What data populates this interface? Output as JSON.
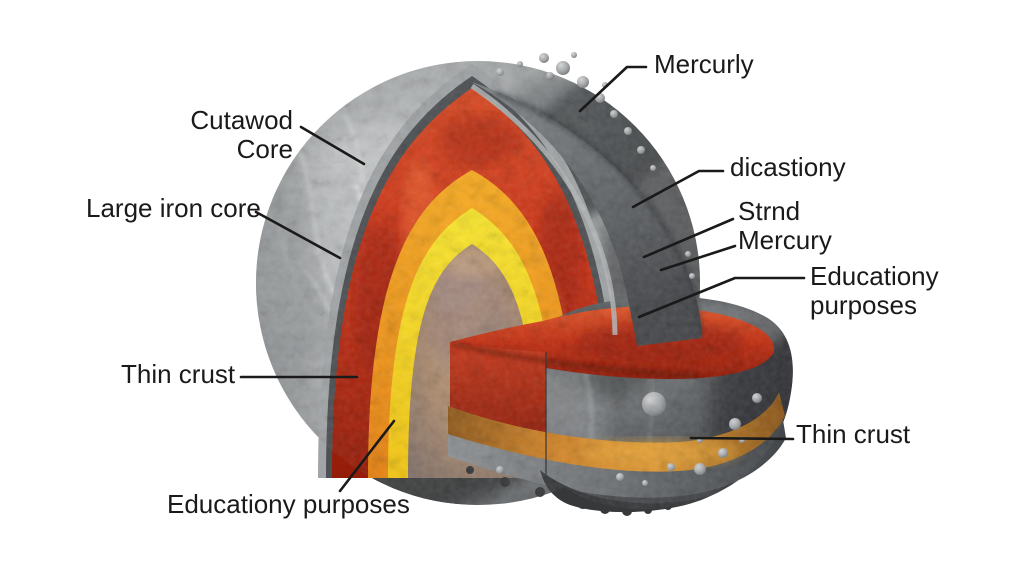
{
  "figure": {
    "type": "planet-interior-cutaway-diagram",
    "subject": "Mercury interior cross-section (AI-generated, garbled labels)",
    "background_color": "#ffffff",
    "text_color": "#1a1a1a",
    "leader_line_color": "#1a1a1a",
    "labels": {
      "mercurly": "Mercurly",
      "cutawod_core": "Cutawod\nCore",
      "large_iron_core": "Large iron core",
      "thin_crust_left": "Thin crust",
      "educationy_purposes_left": "Educationy purposes",
      "dicastiony": "dicastiony",
      "strnd_mercury": "Strnd\nMercury",
      "educationy_purposes_right": "Educationy\npurposes",
      "thin_crust_right": "Thin crust"
    },
    "layer_colors": {
      "crust_gray": "#9b9ea0",
      "mantle_outer_red": "#c9371a",
      "mantle_mid_orange": "#f09c1c",
      "mantle_inner_yellow": "#f5d820",
      "core_tan": "#b3906f",
      "thin_crust_band_orange": "#d38a2b"
    }
  }
}
